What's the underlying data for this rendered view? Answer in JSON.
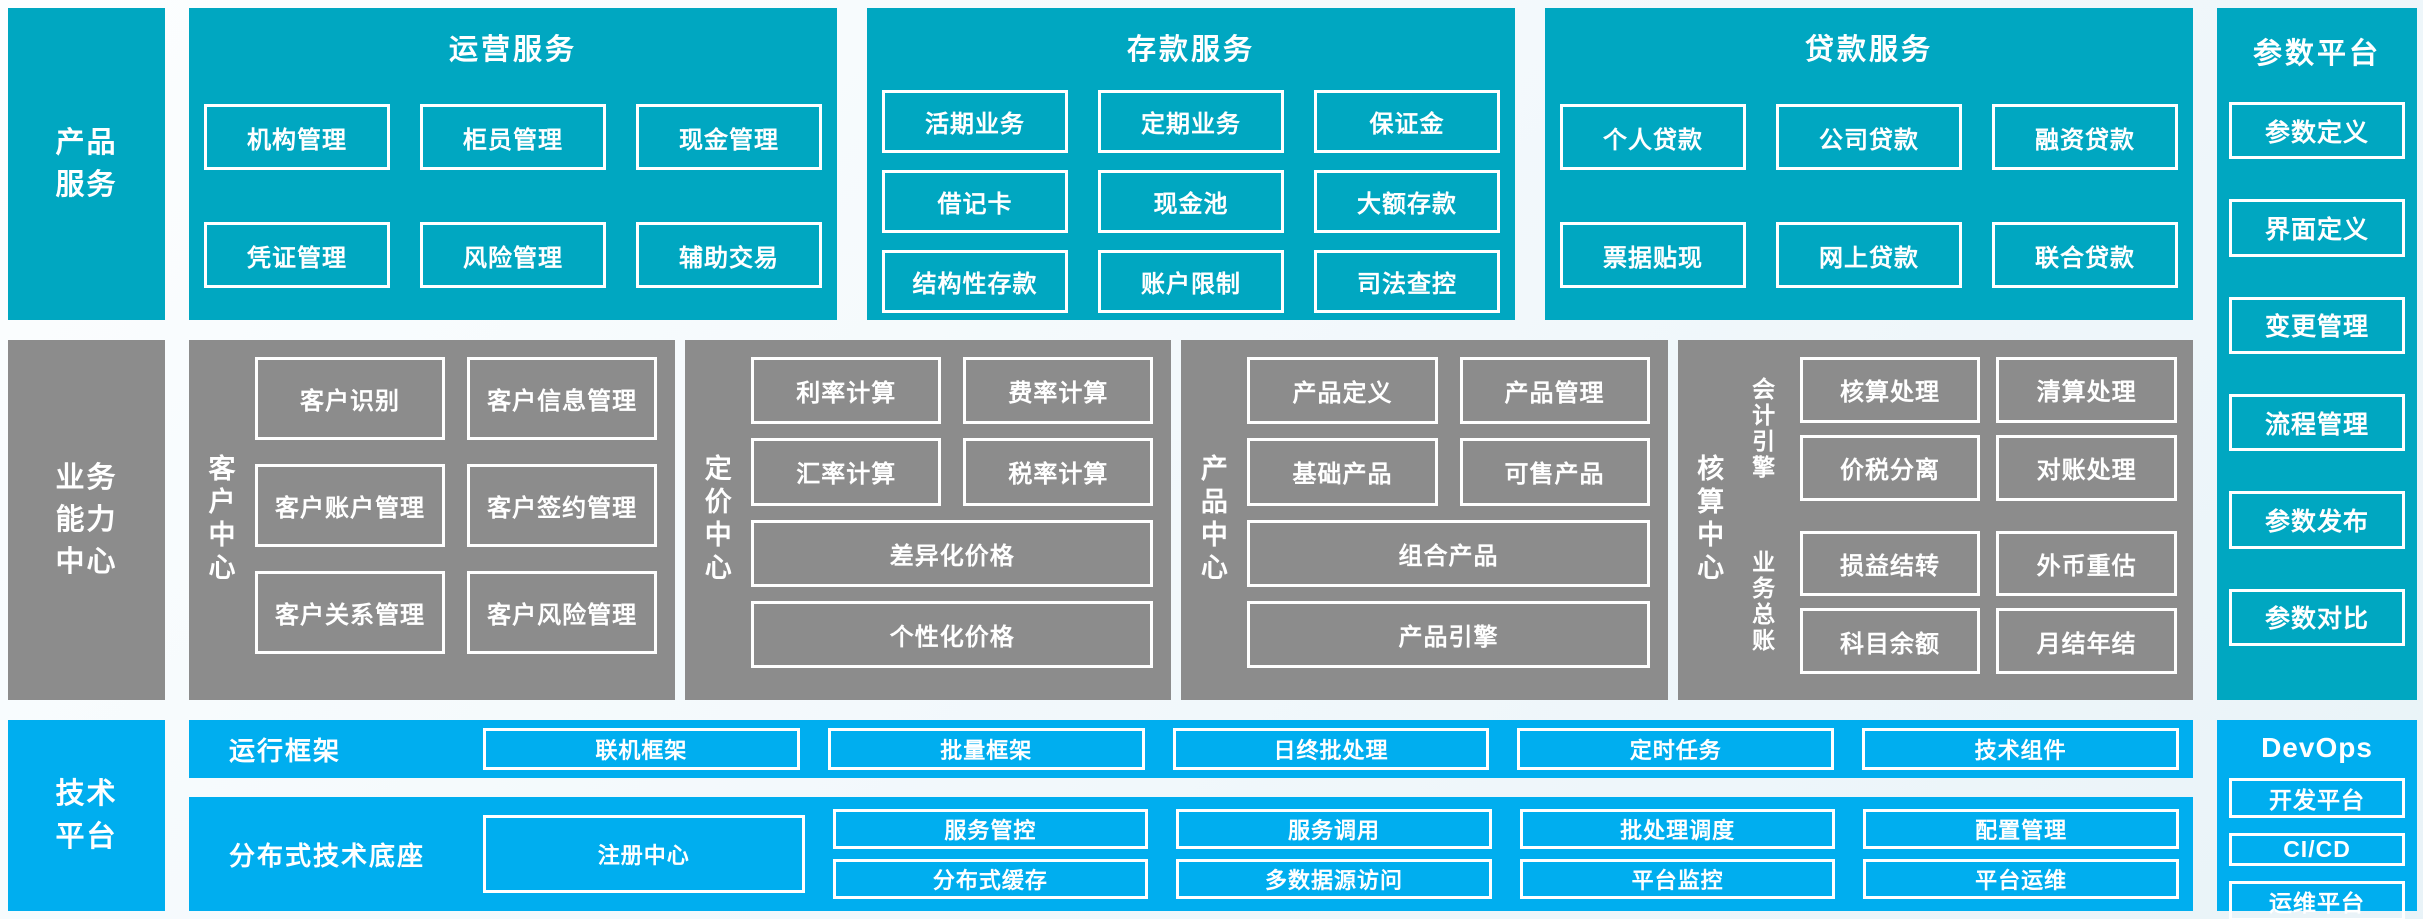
{
  "colors": {
    "teal": "#00a7c1",
    "gray": "#8c8c8c",
    "blue": "#00aeef",
    "border": "#ffffff"
  },
  "rails": {
    "product_services": {
      "lines": [
        "产品",
        "服务"
      ]
    },
    "business_center": {
      "lines": [
        "业务",
        "能力",
        "中心"
      ]
    },
    "tech_platform": {
      "lines": [
        "技术",
        "平台"
      ]
    }
  },
  "top_sections": {
    "operations": {
      "title": "运营服务",
      "boxes": [
        "机构管理",
        "柜员管理",
        "现金管理",
        "凭证管理",
        "风险管理",
        "辅助交易"
      ]
    },
    "deposit": {
      "title": "存款服务",
      "boxes": [
        "活期业务",
        "定期业务",
        "保证金",
        "借记卡",
        "现金池",
        "大额存款",
        "结构性存款",
        "账户限制",
        "司法查控"
      ]
    },
    "loan": {
      "title": "贷款服务",
      "boxes": [
        "个人贷款",
        "公司贷款",
        "融资贷款",
        "票据贴现",
        "网上贷款",
        "联合贷款"
      ]
    }
  },
  "param_platform": {
    "title": "参数平台",
    "boxes": [
      "参数定义",
      "界面定义",
      "变更管理",
      "流程管理",
      "参数发布",
      "参数对比"
    ]
  },
  "business_centers": {
    "customer": {
      "label": "客户中心",
      "boxes": [
        "客户识别",
        "客户信息管理",
        "客户账户管理",
        "客户签约管理",
        "客户关系管理",
        "客户风险管理"
      ]
    },
    "pricing": {
      "label": "定价中心",
      "boxes": [
        "利率计算",
        "费率计算",
        "汇率计算",
        "税率计算"
      ],
      "wide_boxes": [
        "差异化价格",
        "个性化价格"
      ]
    },
    "product": {
      "label": "产品中心",
      "boxes": [
        "产品定义",
        "产品管理",
        "基础产品",
        "可售产品"
      ],
      "wide_boxes": [
        "组合产品",
        "产品引擎"
      ]
    },
    "accounting": {
      "label": "核算中心",
      "groups": [
        {
          "label": "会计引擎",
          "boxes": [
            "核算处理",
            "清算处理",
            "价税分离",
            "对账处理"
          ]
        },
        {
          "label": "业务总账",
          "boxes": [
            "损益结转",
            "外币重估",
            "科目余额",
            "月结年结"
          ]
        }
      ]
    }
  },
  "tech_rows": {
    "runtime": {
      "label": "运行框架",
      "boxes": [
        "联机框架",
        "批量框架",
        "日终批处理",
        "定时任务",
        "技术组件"
      ]
    },
    "distributed": {
      "label": "分布式技术底座",
      "registry": "注册中心",
      "pairs": [
        [
          "服务管控",
          "分布式缓存"
        ],
        [
          "服务调用",
          "多数据源访问"
        ],
        [
          "批处理调度",
          "平台监控"
        ],
        [
          "配置管理",
          "平台运维"
        ]
      ]
    }
  },
  "devops": {
    "title": "DevOps",
    "boxes": [
      "开发平台",
      "CI/CD",
      "运维平台"
    ]
  }
}
